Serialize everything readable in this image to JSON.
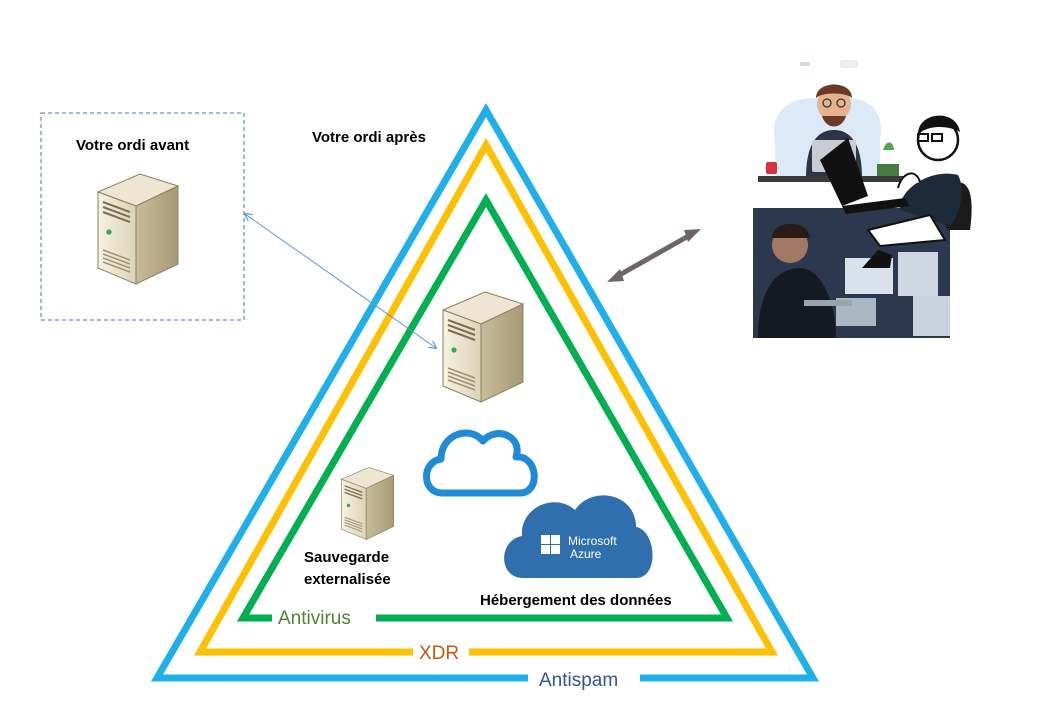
{
  "before_box": {
    "title": "Votre ordi avant"
  },
  "after_title": "Votre ordi après",
  "backup": {
    "line1": "Sauvegarde",
    "line2": "externalisée"
  },
  "hosting": {
    "label": "Hébergement des données"
  },
  "azure": {
    "line1": "Microsoft",
    "line2": "Azure"
  },
  "layers": [
    {
      "label": "Antivirus",
      "color": "#00b050",
      "text_color": "#548235"
    },
    {
      "label": "XDR",
      "color": "#ffc000",
      "text_color": "#c55a11"
    },
    {
      "label": "Antispam",
      "color": "#1fb0ea",
      "text_color": "#2f5597"
    }
  ],
  "colors": {
    "arrow_blue": "#5b9bd5",
    "arrow_gray": "#6e6666",
    "cloud_blue": "#1f8bd6",
    "azure_blue": "#2f6fad"
  }
}
